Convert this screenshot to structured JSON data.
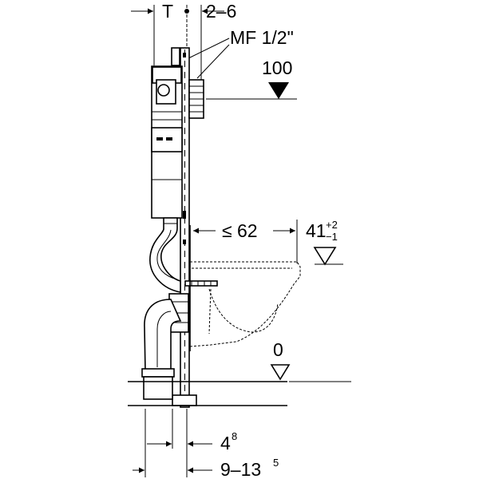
{
  "labels": {
    "t": "T",
    "offset_top": "2–6",
    "mf": "MF 1/2\"",
    "height_100": "100",
    "depth_max": "≤ 62",
    "height_41_base": "41",
    "height_41_plus": "+2",
    "height_41_minus": "−1",
    "floor_0": "0",
    "dim_4_base": "4",
    "dim_4_sup": "8",
    "dim_9_base": "9–13",
    "dim_9_sup": "5"
  },
  "icons": {
    "level_marker": "triangle-level-icon",
    "arrow": "dimension-arrow-icon"
  }
}
